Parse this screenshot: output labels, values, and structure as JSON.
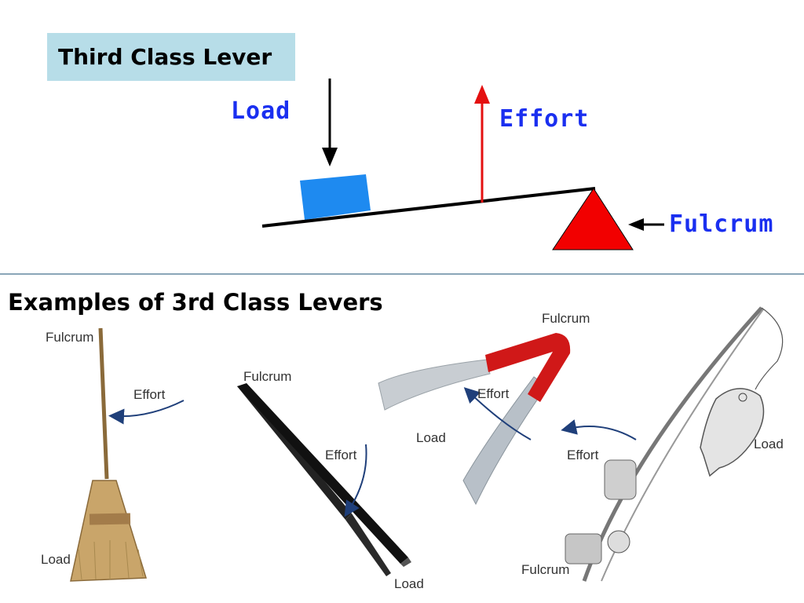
{
  "diagram": {
    "title": "Third Class Lever",
    "load_label": "Load",
    "effort_label": "Effort",
    "fulcrum_label": "Fulcrum",
    "colors": {
      "load_block": "#1e8af0",
      "effort_arrow": "#e41010",
      "fulcrum": "#f20000",
      "label": "#1a2ff0",
      "title_bg": "#b7dde8"
    }
  },
  "examples": {
    "title": "Examples of 3rd Class Levers",
    "broom": {
      "fulcrum": "Fulcrum",
      "effort": "Effort",
      "load": "Load"
    },
    "tweezers": {
      "fulcrum": "Fulcrum",
      "effort": "Effort",
      "load": "Load"
    },
    "tongs": {
      "fulcrum": "Fulcrum",
      "effort": "Effort",
      "load": "Load"
    },
    "fishing_rod": {
      "effort": "Effort",
      "load": "Load",
      "fulcrum": "Fulcrum"
    }
  }
}
